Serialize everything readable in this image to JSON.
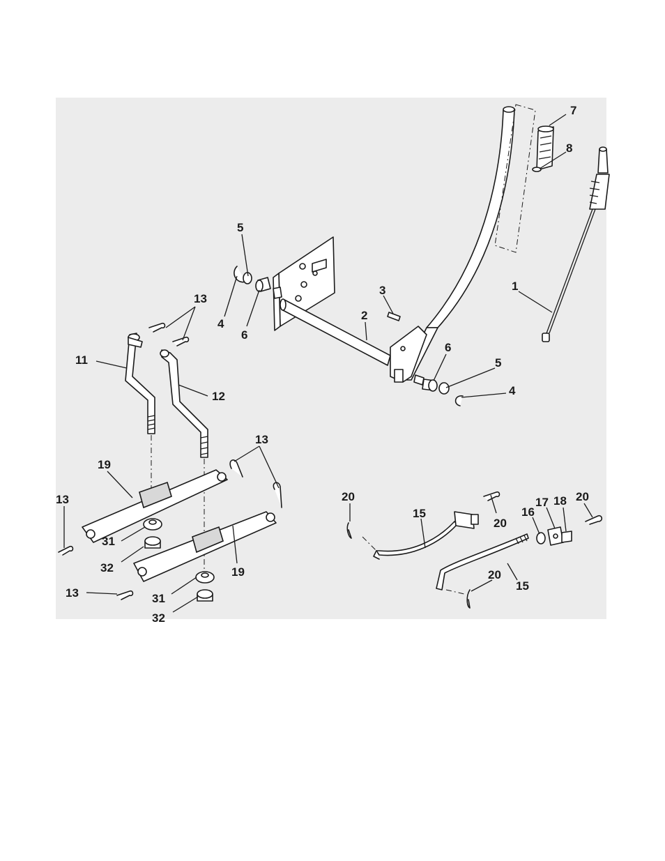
{
  "diagram": {
    "callouts": [
      {
        "id": "c7",
        "label": "7"
      },
      {
        "id": "c8",
        "label": "8"
      },
      {
        "id": "c1",
        "label": "1"
      },
      {
        "id": "c5a",
        "label": "5"
      },
      {
        "id": "c4a",
        "label": "4"
      },
      {
        "id": "c6a",
        "label": "6"
      },
      {
        "id": "c3",
        "label": "3"
      },
      {
        "id": "c2",
        "label": "2"
      },
      {
        "id": "c6b",
        "label": "6"
      },
      {
        "id": "c5b",
        "label": "5"
      },
      {
        "id": "c4b",
        "label": "4"
      },
      {
        "id": "c13a",
        "label": "13"
      },
      {
        "id": "c11",
        "label": "11"
      },
      {
        "id": "c12",
        "label": "12"
      },
      {
        "id": "c13b",
        "label": "13"
      },
      {
        "id": "c19a",
        "label": "19"
      },
      {
        "id": "c13c",
        "label": "13"
      },
      {
        "id": "c31a",
        "label": "31"
      },
      {
        "id": "c32a",
        "label": "32"
      },
      {
        "id": "c19b",
        "label": "19"
      },
      {
        "id": "c13d",
        "label": "13"
      },
      {
        "id": "c31b",
        "label": "31"
      },
      {
        "id": "c32b",
        "label": "32"
      },
      {
        "id": "c20a",
        "label": "20"
      },
      {
        "id": "c15a",
        "label": "15"
      },
      {
        "id": "c20b",
        "label": "20"
      },
      {
        "id": "c16",
        "label": "16"
      },
      {
        "id": "c17",
        "label": "17"
      },
      {
        "id": "c18",
        "label": "18"
      },
      {
        "id": "c20c",
        "label": "20"
      },
      {
        "id": "c20d",
        "label": "20"
      },
      {
        "id": "c15b",
        "label": "15"
      }
    ]
  }
}
